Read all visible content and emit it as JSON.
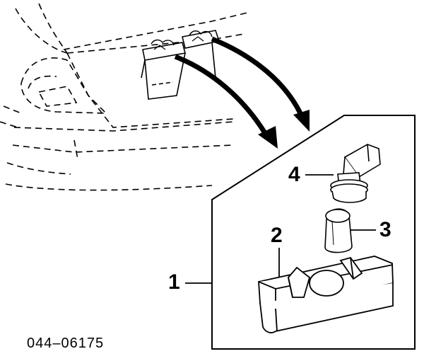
{
  "diagram": {
    "callouts": [
      {
        "id": "1",
        "label": "1"
      },
      {
        "id": "2",
        "label": "2"
      },
      {
        "id": "3",
        "label": "3"
      },
      {
        "id": "4",
        "label": "4"
      }
    ],
    "part_number": "044–06175",
    "line_color": "#000000",
    "background": "#ffffff"
  }
}
